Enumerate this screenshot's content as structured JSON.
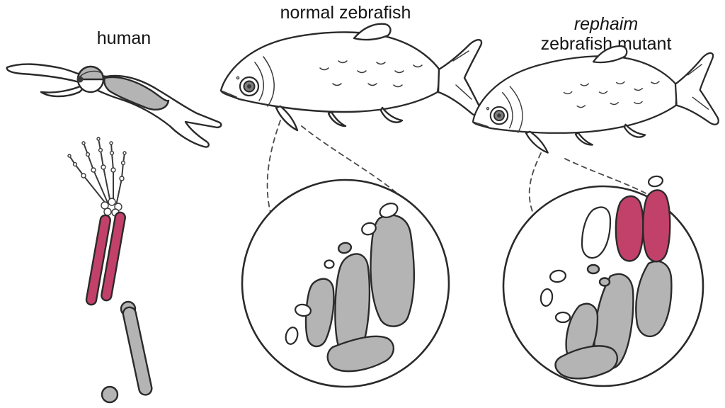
{
  "labels": {
    "human": "human",
    "normal_zebrafish": "normal zebrafish",
    "mutant_line1": "rephaim",
    "mutant_line2": "zebrafish mutant"
  },
  "colors": {
    "highlight_pink": "#c2416b",
    "bone_gray": "#b4b4b4",
    "outline": "#2a2a2a",
    "background": "#ffffff",
    "eye_gray": "#7d7d7d"
  }
}
